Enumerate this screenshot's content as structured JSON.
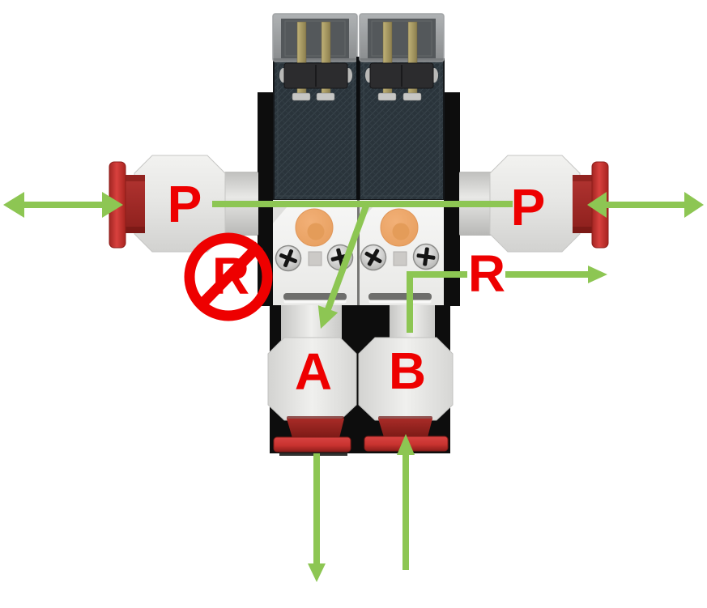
{
  "labels": {
    "port_p_left": "P",
    "port_p_right": "P",
    "port_r": "R",
    "port_a": "A",
    "port_b": "B",
    "blocked_port": "R"
  },
  "colors": {
    "annotation_green": "#8dc653",
    "label_red": "#ee0000",
    "fitting_red": "#cc3434",
    "coil_dark": "#2a343a",
    "manifold_black": "#0d0d0d",
    "override_orange": "#edaa6c",
    "bg": "#ffffff"
  },
  "annotations": {
    "arrows": [
      {
        "name": "p-left-bidirectional-arrow",
        "direction": "left-right"
      },
      {
        "name": "p-flow-line",
        "direction": "horizontal"
      },
      {
        "name": "p-right-bidirectional-arrow",
        "direction": "left-right"
      },
      {
        "name": "p-to-a-flow-arrow",
        "direction": "down-into-a"
      },
      {
        "name": "a-out-arrow",
        "direction": "down"
      },
      {
        "name": "b-in-arrow",
        "direction": "up"
      },
      {
        "name": "b-to-r-flow-line",
        "direction": "up-then-right"
      },
      {
        "name": "r-out-arrow",
        "direction": "right"
      },
      {
        "name": "no-symbol",
        "meaning": "port-blocked"
      }
    ]
  }
}
